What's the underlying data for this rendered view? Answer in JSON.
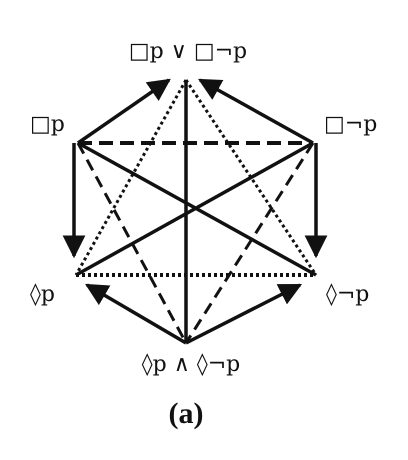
{
  "nodes": {
    "top": "□p ∨ □¬p",
    "upper_left": "□p",
    "upper_right": "□¬p",
    "lower_left": "◊p",
    "lower_right": "◊¬p",
    "bottom": "◊p ∧ ◊¬p"
  },
  "caption": "(a)",
  "colors": {
    "ink": "#111111",
    "background": "#ffffff"
  }
}
